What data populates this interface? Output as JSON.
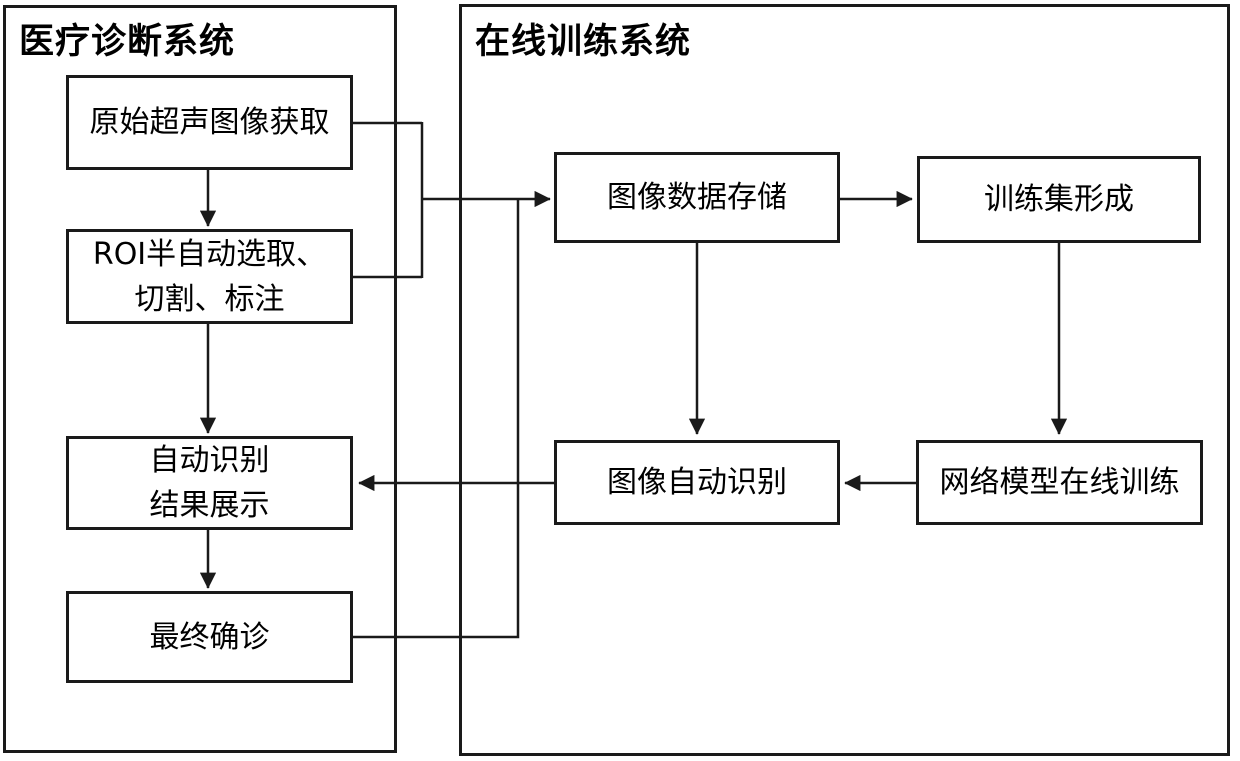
{
  "diagram": {
    "panels": [
      {
        "id": "medical-diagnosis-system",
        "title": "医疗诊断系统"
      },
      {
        "id": "online-training-system",
        "title": "在线训练系统"
      }
    ],
    "nodes": [
      {
        "id": "ultrasound-image-acquisition",
        "label": "原始超声图像获取"
      },
      {
        "id": "roi-semi-auto-selection",
        "label": "ROI半自动选取、\n切割、标注"
      },
      {
        "id": "auto-recognition-result-display",
        "label": "自动识别\n结果展示"
      },
      {
        "id": "final-diagnosis",
        "label": "最终确诊"
      },
      {
        "id": "image-data-storage",
        "label": "图像数据存储"
      },
      {
        "id": "training-set-formation",
        "label": "训练集形成"
      },
      {
        "id": "image-auto-recognition",
        "label": "图像自动识别"
      },
      {
        "id": "network-model-online-training",
        "label": "网络模型在线训练"
      }
    ],
    "colors": {
      "line": "#1a1a1a",
      "box_border": "#1a1a1a",
      "text": "#000000",
      "background": "#ffffff"
    }
  }
}
